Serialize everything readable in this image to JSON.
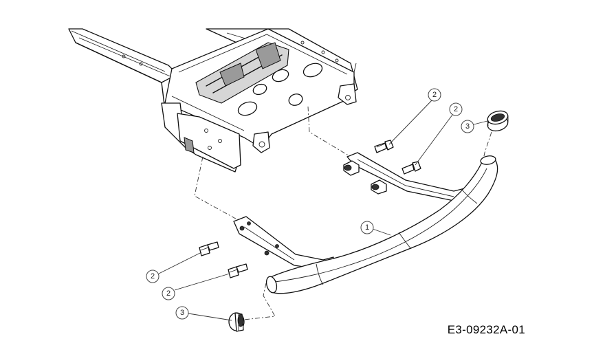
{
  "diagram": {
    "reference_code": "E3-09232A-01",
    "callouts": [
      {
        "id": "c1",
        "label": "1"
      },
      {
        "id": "c2a",
        "label": "2"
      },
      {
        "id": "c2b",
        "label": "2"
      },
      {
        "id": "c2c",
        "label": "2"
      },
      {
        "id": "c2d",
        "label": "2"
      },
      {
        "id": "c3a",
        "label": "3"
      },
      {
        "id": "c3b",
        "label": "3"
      }
    ],
    "parts": [
      {
        "label": "1",
        "name": "front-bumper"
      },
      {
        "label": "2",
        "name": "bolt"
      },
      {
        "label": "3",
        "name": "end-cap"
      }
    ]
  }
}
